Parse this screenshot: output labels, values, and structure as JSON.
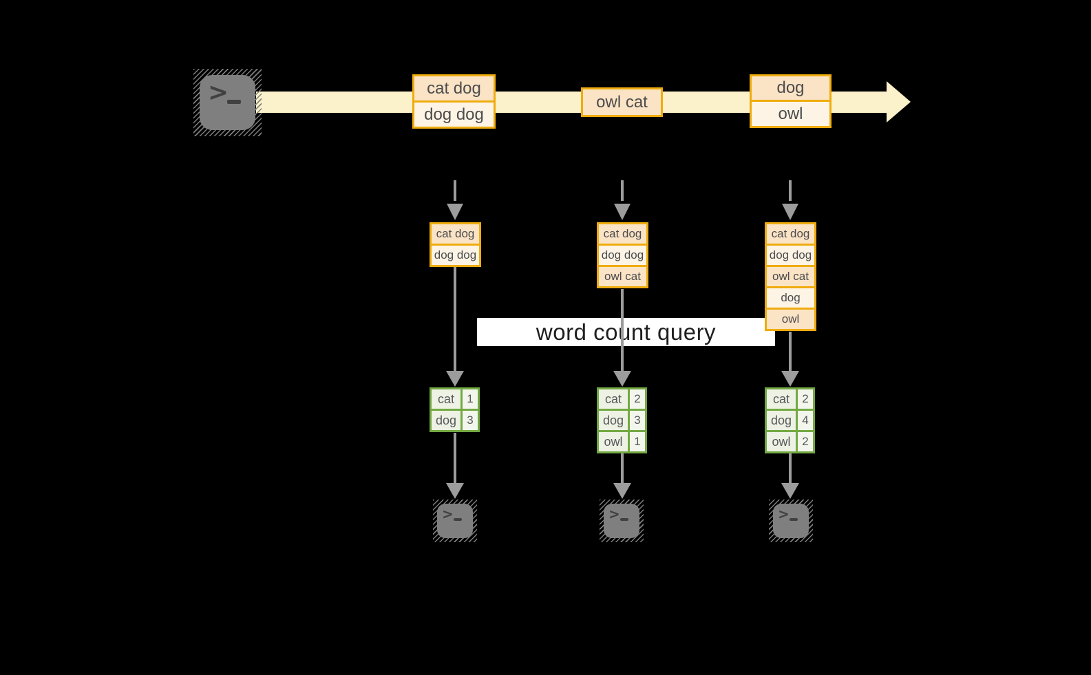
{
  "query_label": "word count query",
  "stream": {
    "batches": [
      {
        "lines": [
          "cat dog",
          "dog dog"
        ]
      },
      {
        "lines": [
          "owl cat"
        ]
      },
      {
        "lines": [
          "dog",
          "owl"
        ]
      }
    ]
  },
  "columns": [
    {
      "accumulated": [
        "cat dog",
        "dog dog"
      ],
      "counts": [
        {
          "word": "cat",
          "count": "1"
        },
        {
          "word": "dog",
          "count": "3"
        }
      ]
    },
    {
      "accumulated": [
        "cat dog",
        "dog dog",
        "owl cat"
      ],
      "counts": [
        {
          "word": "cat",
          "count": "2"
        },
        {
          "word": "dog",
          "count": "3"
        },
        {
          "word": "owl",
          "count": "1"
        }
      ]
    },
    {
      "accumulated": [
        "cat dog",
        "dog dog",
        "owl cat",
        "dog",
        "owl"
      ],
      "counts": [
        {
          "word": "cat",
          "count": "2"
        },
        {
          "word": "dog",
          "count": "4"
        },
        {
          "word": "owl",
          "count": "2"
        }
      ]
    }
  ],
  "colors": {
    "background": "#000000",
    "stream_band": "#fbf1ca",
    "box_border_gold": "#efac0d",
    "box_fill_peach": "#fbe3c6",
    "box_fill_cream": "#fdf4e6",
    "table_border_green": "#73a943",
    "table_fill_green": "#edf2e4",
    "arrow_gray": "#9c9c9c",
    "banner_bg": "#ffffff"
  }
}
